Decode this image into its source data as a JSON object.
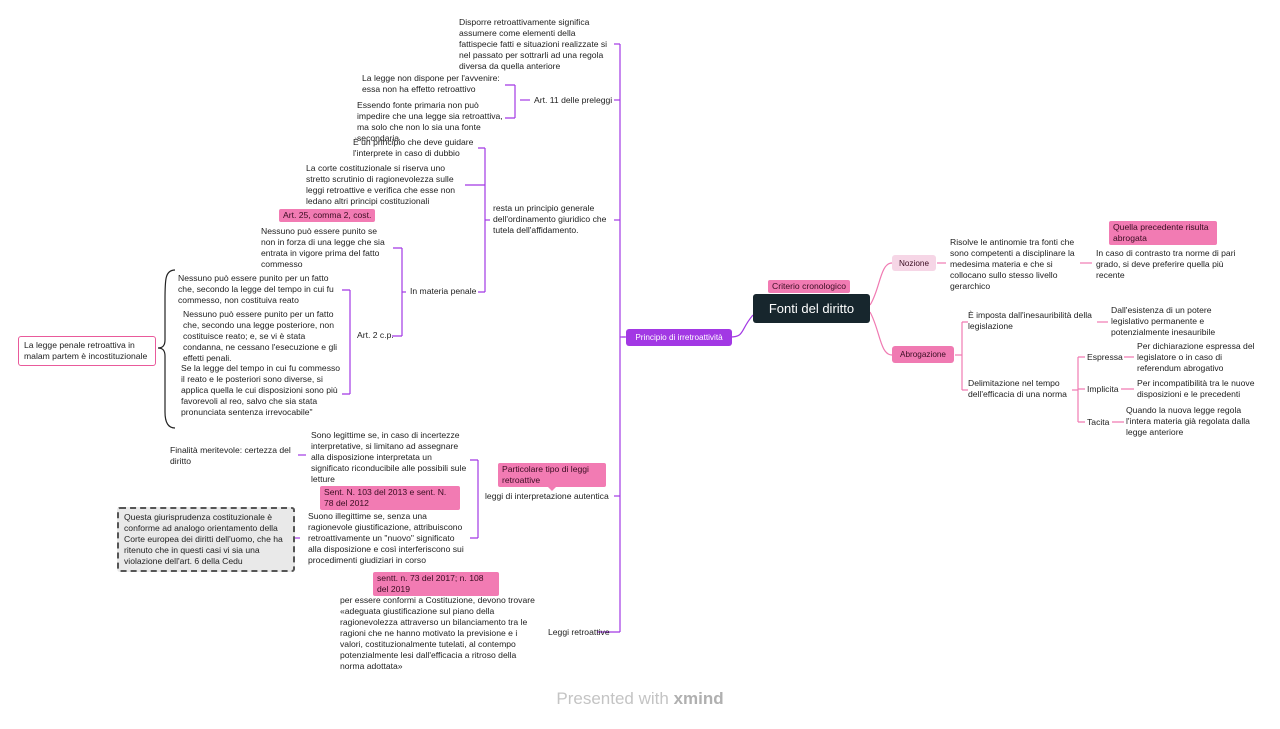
{
  "central_topic": "Fonti del diritto",
  "criterio_cronologico": "Criterio cronologico",
  "nozione": {
    "label": "Nozione",
    "text": "Risolve le antinomie tra fonti che sono competenti a disciplinare la medesima materia e che si collocano sullo stesso livello gerarchico",
    "tag": "Quella precedente risulta abrogata",
    "detail": "In caso di contrasto tra norme di pari grado, si deve preferire quella più recente"
  },
  "abrogazione": {
    "label": "Abrogazione",
    "imposta": "È imposta dall'inesauribilità della legislazione",
    "imposta_detail": "Dall'esistenza di un potere legislativo permanente e potenzialmente inesauribile",
    "delimitazione": "Delimitazione nel tempo dell'efficacia di una norma",
    "espressa": "Espressa",
    "espressa_detail": "Per dichiarazione espressa del legislatore o in caso di referendum abrogativo",
    "implicita": "Implicita",
    "implicita_detail": "Per incompatibilità tra le nuove disposizioni e le precedenti",
    "tacita": "Tacita",
    "tacita_detail": "Quando la nuova legge regola l'intera materia già regolata dalla legge anteriore"
  },
  "principio": {
    "label": "Principio di irretroattività",
    "art11": {
      "label": "Art. 11 delle preleggi",
      "disporre": "Disporre retroattivamente significa assumere come elementi della fattispecie fatti e situazioni realizzate si nel passato per sottrarli ad una regola diversa da quella anteriore",
      "non_dispone": "La legge non dispone per l'avvenire: essa non ha effetto retroattivo",
      "fonte_primaria": "Essendo fonte primaria non può impedire che una legge sia retroattiva, ma solo che non lo sia una fonte secondaria"
    },
    "principio_generale": {
      "label": "resta un principio generale dell'ordinamento giuridico che tutela dell'affidamento.",
      "guidare": "È un principio che deve guidare l'interprete in caso di dubbio",
      "corte": "La corte costituzionale si riserva uno stretto scrutinio di ragionevolezza sulle leggi retroattive e verifica che esse non ledano altri principi costituzionali"
    },
    "penale": {
      "label": "In materia penale",
      "art25_tag": "Art. 25, comma 2, cost.",
      "art25_text": "Nessuno può essere punito se non in forza di una legge che sia entrata in vigore prima del fatto commesso",
      "art2": "Art. 2 c.p.",
      "art2_a": "Nessuno può essere punito per un fatto che, secondo la legge del tempo in cui fu commesso, non costituiva reato",
      "art2_b": "Nessuno può essere punito per un fatto che, secondo una legge posteriore, non costituisce reato; e, se vi è stata condanna, ne cessano l'esecuzione e gli effetti penali.",
      "art2_c": "Se la legge del tempo in cui fu commesso il reato e le posteriori sono diverse, si applica quella le cui disposizioni sono più favorevoli al reo, salvo che sia stata pronunciata sentenza irrevocabile\"",
      "in_malam": "La legge penale retroattiva in malam partem è incostituzionale"
    },
    "interpretazione": {
      "label": "leggi di interpretazione autentica",
      "tag": "Particolare tipo di leggi retroattive",
      "legittime": "Sono legittime se, in caso di incertezze interpretative, si limitano ad assegnare alla disposizione interpretata un significato riconducibile alle possibili sule letture",
      "finalita": "Finalità meritevole: certezza del diritto",
      "sent_tag": "Sent. N. 103 del 2013 e sent. N. 78 del 2012",
      "illegittime": "Suono illegittime se, senza una ragionevole giustificazione, attribuiscono retroattivamente un \"nuovo\" significato alla disposizione e così interferiscono sui procedimenti giudiziari in corso",
      "cedu": "Questa giurisprudenza costituzionale è conforme ad analogo orientamento della Corte europea dei diritti dell'uomo, che ha ritenuto che in questi casi vi sia una violazione dell'art. 6 della Cedu"
    },
    "leggi_retroattive": {
      "label": "Leggi retroattive",
      "tag": "sentt. n. 73 del 2017; n. 108 del 2019",
      "text": "per essere conformi a Costituzione, devono trovare «adeguata giustificazione sul piano della ragionevolezza attraverso un bilanciamento tra le ragioni che ne hanno motivato la previsione e i valori, costituzionalmente tutelati, al contempo potenzialmente lesi dall'efficacia a ritroso della norma adottata»"
    }
  },
  "footer": {
    "presented": "Presented with",
    "brand": "xmind"
  },
  "colors": {
    "root": "#17262d",
    "purple": "#a238e4",
    "pink": "#f07ab2",
    "light_pink": "#f6d6e6"
  }
}
